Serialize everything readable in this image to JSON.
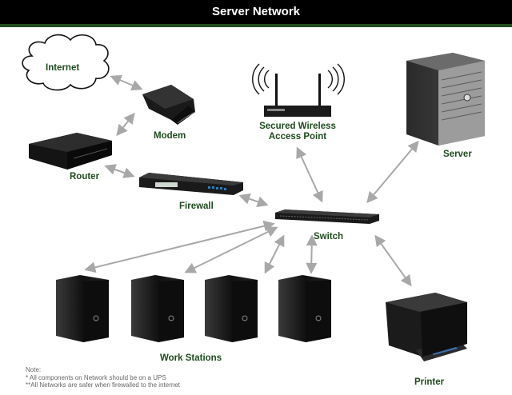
{
  "title": "Server Network",
  "nodes": {
    "internet": "Internet",
    "modem": "Modem",
    "router": "Router",
    "firewall": "Firewall",
    "wireless": [
      "Secured Wireless",
      "Access Point"
    ],
    "switch": "Switch",
    "server": "Server",
    "workstations": "Work Stations",
    "printer": "Printer"
  },
  "note": {
    "heading": "Note:",
    "lines": [
      "* All components on Network should be on a UPS",
      "**All Networks are safer when firewalled to the internet"
    ]
  },
  "colors": {
    "header_bg": "#000000",
    "header_rule": "#1f4d1f",
    "label": "#1e4a1e",
    "arrow": "#a8a8a8"
  }
}
